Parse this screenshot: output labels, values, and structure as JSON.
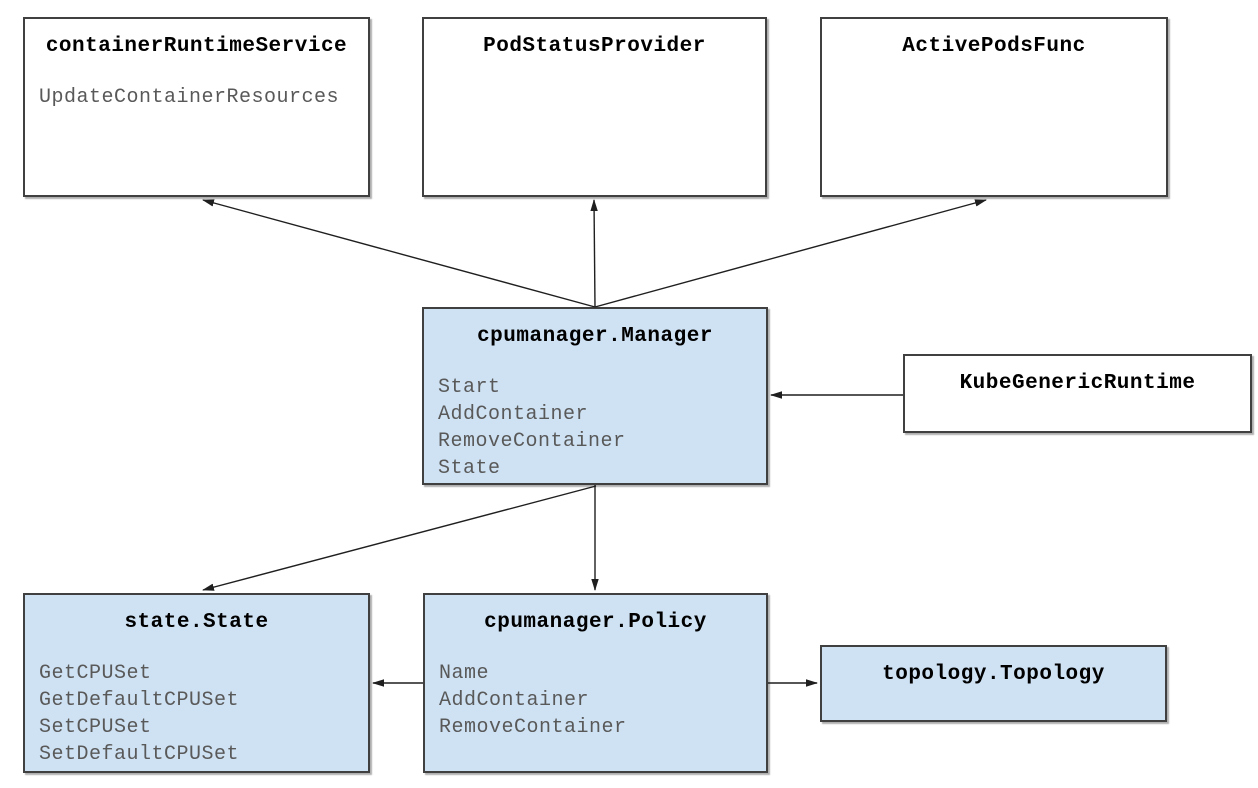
{
  "diagram": {
    "nodes": {
      "container_runtime_service": {
        "title": "containerRuntimeService",
        "methods": [
          "UpdateContainerResources"
        ],
        "highlighted": false
      },
      "pod_status_provider": {
        "title": "PodStatusProvider",
        "methods": [],
        "highlighted": false
      },
      "active_pods_func": {
        "title": "ActivePodsFunc",
        "methods": [],
        "highlighted": false
      },
      "cpumanager_manager": {
        "title": "cpumanager.Manager",
        "methods": [
          "Start",
          "AddContainer",
          "RemoveContainer",
          "State"
        ],
        "highlighted": true
      },
      "kube_generic_runtime": {
        "title": "KubeGenericRuntime",
        "methods": [],
        "highlighted": false
      },
      "state_state": {
        "title": "state.State",
        "methods": [
          "GetCPUSet",
          "GetDefaultCPUSet",
          "SetCPUSet",
          "SetDefaultCPUSet"
        ],
        "highlighted": true
      },
      "cpumanager_policy": {
        "title": "cpumanager.Policy",
        "methods": [
          "Name",
          "AddContainer",
          "RemoveContainer"
        ],
        "highlighted": true
      },
      "topology_topology": {
        "title": "topology.Topology",
        "methods": [],
        "highlighted": true
      }
    },
    "edges": [
      {
        "from": "cpumanager.Manager",
        "to": "containerRuntimeService"
      },
      {
        "from": "cpumanager.Manager",
        "to": "PodStatusProvider"
      },
      {
        "from": "cpumanager.Manager",
        "to": "ActivePodsFunc"
      },
      {
        "from": "KubeGenericRuntime",
        "to": "cpumanager.Manager"
      },
      {
        "from": "cpumanager.Manager",
        "to": "state.State"
      },
      {
        "from": "cpumanager.Manager",
        "to": "cpumanager.Policy"
      },
      {
        "from": "cpumanager.Policy",
        "to": "state.State"
      },
      {
        "from": "cpumanager.Policy",
        "to": "topology.Topology"
      }
    ],
    "colors": {
      "highlight_fill": "#cfe2f3",
      "default_fill": "#ffffff",
      "border": "#404040",
      "arrow": "#1f1f1f",
      "title_text": "#000000",
      "method_text": "#595959"
    }
  }
}
